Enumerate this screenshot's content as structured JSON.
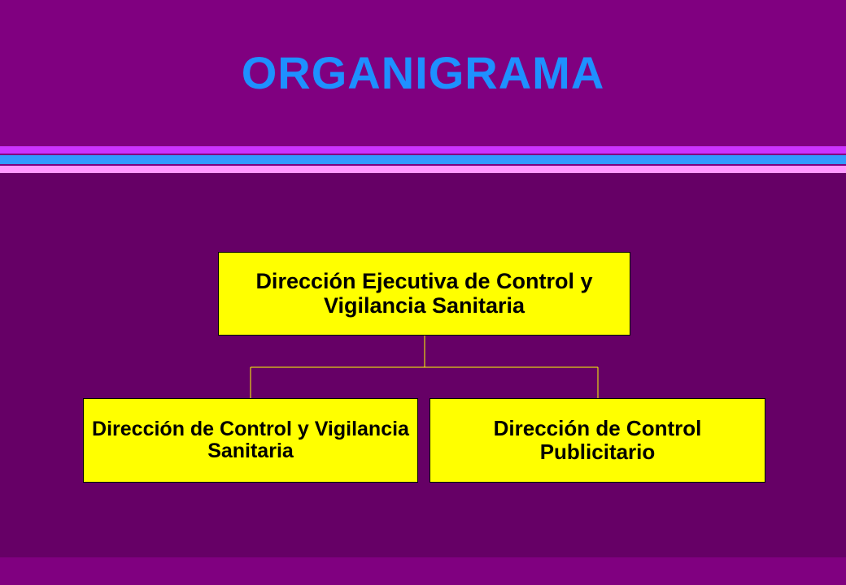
{
  "slide": {
    "title": "ORGANIGRAMA"
  },
  "org_chart": {
    "root": {
      "label": "Dirección Ejecutiva de Control y Vigilancia Sanitaria"
    },
    "children": [
      {
        "label": "Dirección de Control y Vigilancia Sanitaria"
      },
      {
        "label": "Dirección de Control Publicitario"
      }
    ]
  },
  "colors": {
    "background": "#800080",
    "content_panel": "#660066",
    "title": "#1e90ff",
    "box_fill": "#ffff00",
    "connector": "#ffff00",
    "stripe_top": "#cc33ff",
    "stripe_middle": "#3399ff",
    "stripe_bottom": "#ff99ff"
  }
}
